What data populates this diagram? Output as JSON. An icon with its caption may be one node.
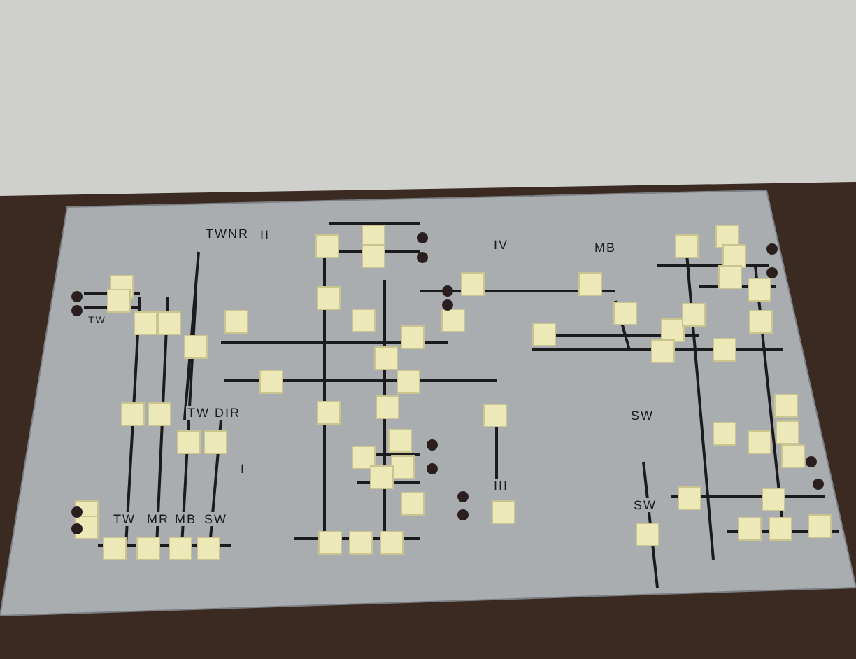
{
  "diagram": {
    "labels": [
      "TWNR",
      "II",
      "IV",
      "MB",
      "TW",
      "TW DIR",
      "I",
      "III",
      "SW",
      "SW",
      "TW",
      "MR",
      "MB",
      "SW"
    ]
  }
}
